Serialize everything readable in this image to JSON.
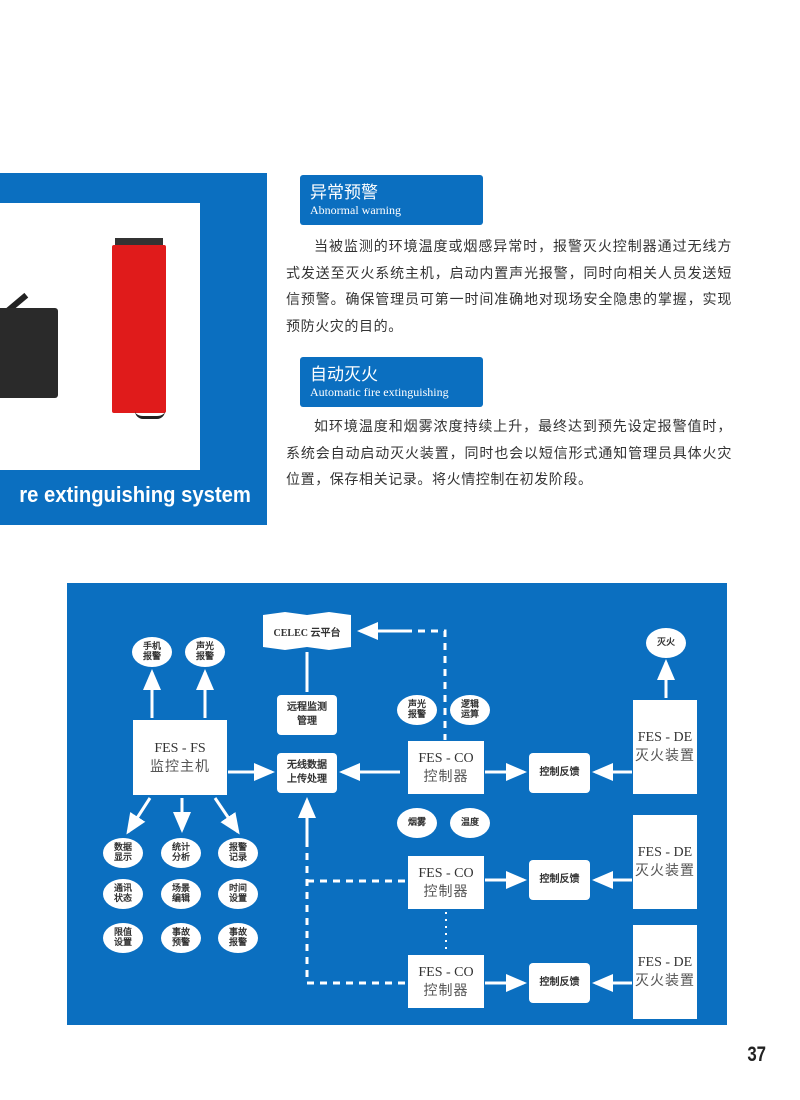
{
  "product_panel": {
    "caption": "re extinguishing system"
  },
  "sections": [
    {
      "title_cn": "异常预警",
      "title_en": "Abnormal warning",
      "body": "当被监测的环境温度或烟感异常时，报警灭火控制器通过无线方式发送至灭火系统主机，启动内置声光报警，同时向相关人员发送短信预警。确保管理员可第一时间准确地对现场安全隐患的掌握，实现预防火灾的目的。"
    },
    {
      "title_cn": "自动灭火",
      "title_en": "Automatic fire extinguishing",
      "body": "如环境温度和烟雾浓度持续上升，最终达到预先设定报警值时，系统会自动启动灭火装置，同时也会以短信形式通知管理员具体火灾位置，保存相关记录。将火情控制在初发阶段。"
    }
  ],
  "diagram": {
    "cloud": "CELEC 云平台",
    "host": {
      "code": "FES - FS",
      "name": "监控主机"
    },
    "host_outputs": [
      "手机报警",
      "声光报警"
    ],
    "host_functions": [
      "数据显示",
      "统计分析",
      "报警记录",
      "通讯状态",
      "场景编辑",
      "时间设置",
      "限值设置",
      "事故预警",
      "事故报警"
    ],
    "remote": "远程监测管理",
    "wireless": "无线数据上传处理",
    "controller_features": [
      "声光报警",
      "逻辑运算"
    ],
    "sensors": [
      "烟雾",
      "温度"
    ],
    "controller": {
      "code": "FES - CO",
      "name": "控制器"
    },
    "feedback": "控制反馈",
    "extinguisher": {
      "code": "FES - DE",
      "name": "灭火装置"
    },
    "extinguish": "灭火"
  },
  "page_number": "37"
}
